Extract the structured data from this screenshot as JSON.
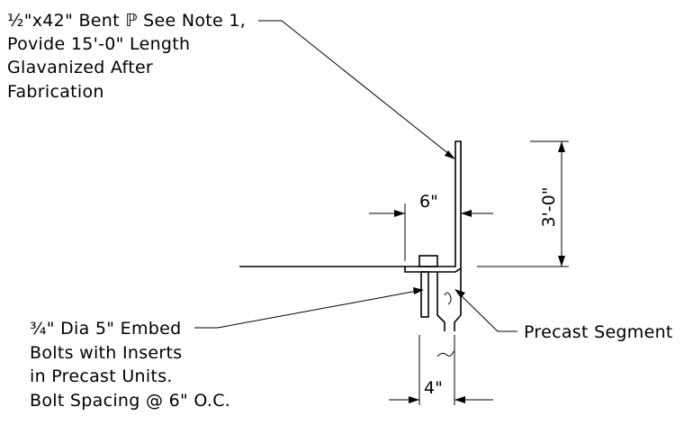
{
  "notes": {
    "plate_callout": [
      "½\"x42\" Bent ℙ See Note 1,",
      "Povide 15'-0\" Length",
      "Glavanized After",
      "Fabrication"
    ],
    "bolt_callout": [
      "¾\" Dia 5\" Embed",
      "Bolts with Inserts",
      "in Precast Units.",
      "Bolt Spacing @ 6\" O.C."
    ],
    "segment_callout": "Precast Segment"
  },
  "dimensions": {
    "plate_offset": "6\"",
    "plate_height": "3'-0\"",
    "segment_width": "4\""
  }
}
